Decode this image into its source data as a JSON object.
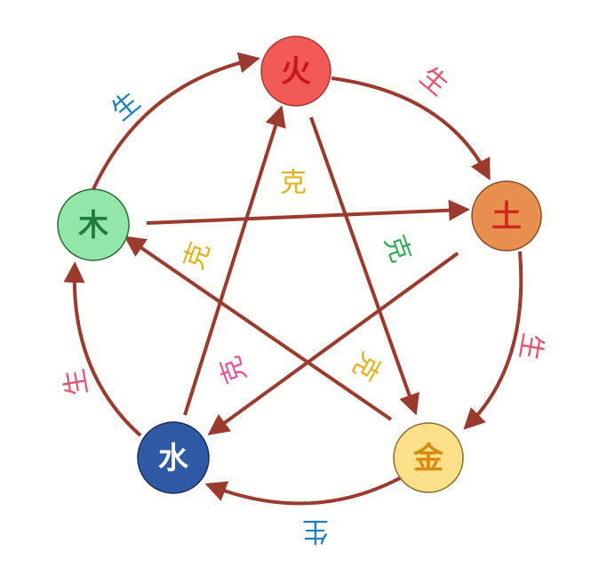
{
  "elements": {
    "fire": {
      "label": "火",
      "fill": "#f25a55",
      "text_color": "#c8161a"
    },
    "earth": {
      "label": "土",
      "fill": "#e8904f",
      "text_color": "#d0281c"
    },
    "metal": {
      "label": "金",
      "fill": "#fbe08a",
      "text_color": "#d98a10"
    },
    "water": {
      "label": "水",
      "fill": "#2f5aa6",
      "text_color": "#ffffff"
    },
    "wood": {
      "label": "木",
      "fill": "#92e6a8",
      "text_color": "#1f7a3c"
    }
  },
  "generating": [
    {
      "from": "木",
      "to": "火",
      "label": "生",
      "color": "#1f7fc0"
    },
    {
      "from": "火",
      "to": "土",
      "label": "生",
      "color": "#e8506e"
    },
    {
      "from": "土",
      "to": "金",
      "label": "生",
      "color": "#e8506e"
    },
    {
      "from": "金",
      "to": "水",
      "label": "生",
      "color": "#1f7fc0"
    },
    {
      "from": "水",
      "to": "木",
      "label": "生",
      "color": "#e8506e"
    }
  ],
  "overcoming": [
    {
      "from": "木",
      "to": "土",
      "label": "克",
      "color": "#e3b21a"
    },
    {
      "from": "火",
      "to": "金",
      "label": "克",
      "color": "#2fae5a"
    },
    {
      "from": "金",
      "to": "木",
      "label": "克",
      "color": "#e3b21a"
    },
    {
      "from": "水",
      "to": "火",
      "label": "克",
      "color": "#e8509a"
    },
    {
      "from": "土",
      "to": "水",
      "label": "克",
      "color": "#e3b21a"
    }
  ],
  "arrow_color": "#9b3a2e"
}
